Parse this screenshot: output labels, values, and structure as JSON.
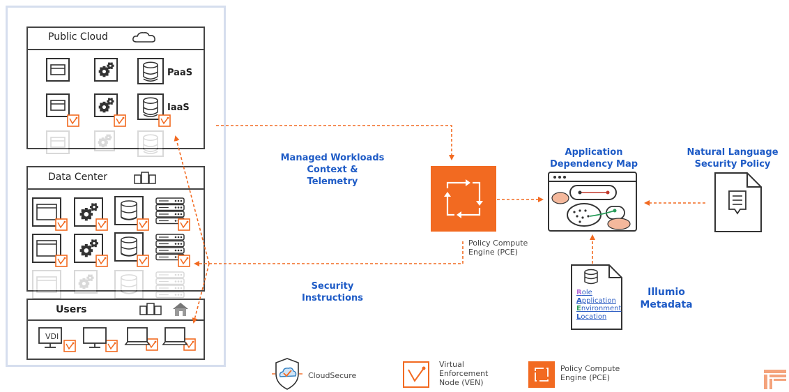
{
  "zones": {
    "public_cloud": {
      "title": "Public Cloud",
      "paas_label": "PaaS",
      "iaas_label": "IaaS"
    },
    "data_center": {
      "title": "Data Center"
    },
    "users": {
      "title": "Users",
      "vdi_label": "VDI"
    }
  },
  "labels": {
    "managed_workloads": [
      "Managed Workloads",
      "Context &",
      "Telemetry"
    ],
    "security_instructions": [
      "Security",
      "Instructions"
    ],
    "pce": [
      "Policy Compute",
      "Engine (PCE)"
    ],
    "app_dependency_map": [
      "Application",
      "Dependency Map"
    ],
    "natural_language": [
      "Natural Language",
      "Security Policy"
    ],
    "illumio_metadata": [
      "Illumio",
      "Metadata"
    ]
  },
  "metadata_card": {
    "lines": [
      {
        "initial": "R",
        "rest": "ole",
        "color": "#b56ad6"
      },
      {
        "initial": "A",
        "rest": "pplication",
        "color": "#2f5fc4"
      },
      {
        "initial": "E",
        "rest": "nvironment",
        "color": "#2a9c5a"
      },
      {
        "initial": "L",
        "rest": "ocation",
        "color": "#2f5fc4"
      }
    ]
  },
  "legend": {
    "cloudsecure": "CloudSecure",
    "ven": [
      "Virtual",
      "Enforcement",
      "Node (VEN)"
    ],
    "pce": [
      "Policy Compute",
      "Engine (PCE)"
    ]
  },
  "colors": {
    "orange": "#f26a21",
    "blue": "#1e5bc6",
    "panel": "#d6deee",
    "peach": "#f4b89c"
  }
}
